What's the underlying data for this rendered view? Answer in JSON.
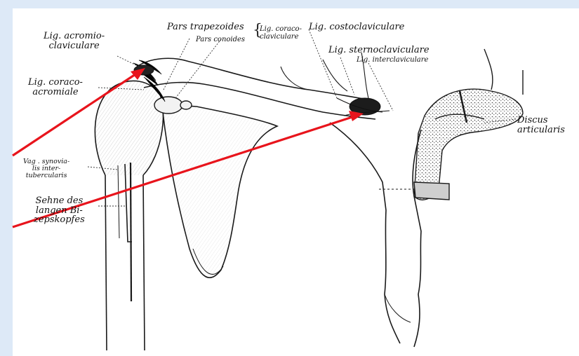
{
  "labels": {
    "acromio_1": "Lig. acromio-",
    "acromio_2": "claviculare",
    "trapezoides": "Pars trapezoides",
    "conoides": "Pars conoides",
    "coraco_clav_1": "Lig. coraco-",
    "coraco_clav_2": "claviculare",
    "costoclaviculare": "Lig. costoclaviculare",
    "sternoclaviculare": "Lig. sternoclaviculare",
    "interclaviculare": "Lig. interclaviculare",
    "coracoacromiale_1": "Lig. coraco-",
    "coracoacromiale_2": "acromiale",
    "discus_1": "Discus",
    "discus_2": "articularis",
    "vag_1": "Vag . synovia-",
    "vag_2": "lis inter-",
    "vag_3": "tubercularis",
    "sehne_1": "Sehne des",
    "sehne_2": "langen Bi-",
    "sehne_3": "zepskopfes"
  },
  "colors": {
    "background": "#dde9f7",
    "panel": "#ffffff",
    "arrow": "#e8141c",
    "ink": "#1a1a1a"
  }
}
